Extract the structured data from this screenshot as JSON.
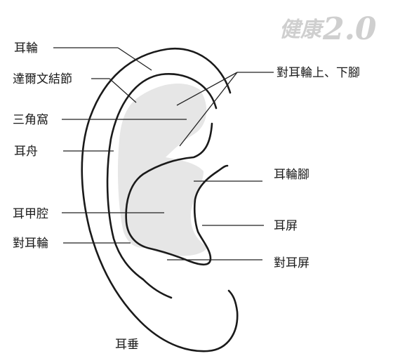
{
  "logo": {
    "prefix": "健康",
    "number": "2.0"
  },
  "labels": {
    "helix": "耳輪",
    "darwin_tubercle": "達爾文結節",
    "triangular_fossa": "三角窩",
    "scapha": "耳舟",
    "antihelix_crura": "對耳輪上、下腳",
    "helix_crus": "耳輪腳",
    "concha": "耳甲腔",
    "tragus": "耳屏",
    "antihelix": "對耳輪",
    "antitragus": "對耳屏",
    "lobule": "耳垂"
  },
  "colors": {
    "outline": "#1a1a1a",
    "shading": "#e6e6e6",
    "logo": "#cfcfcf"
  }
}
